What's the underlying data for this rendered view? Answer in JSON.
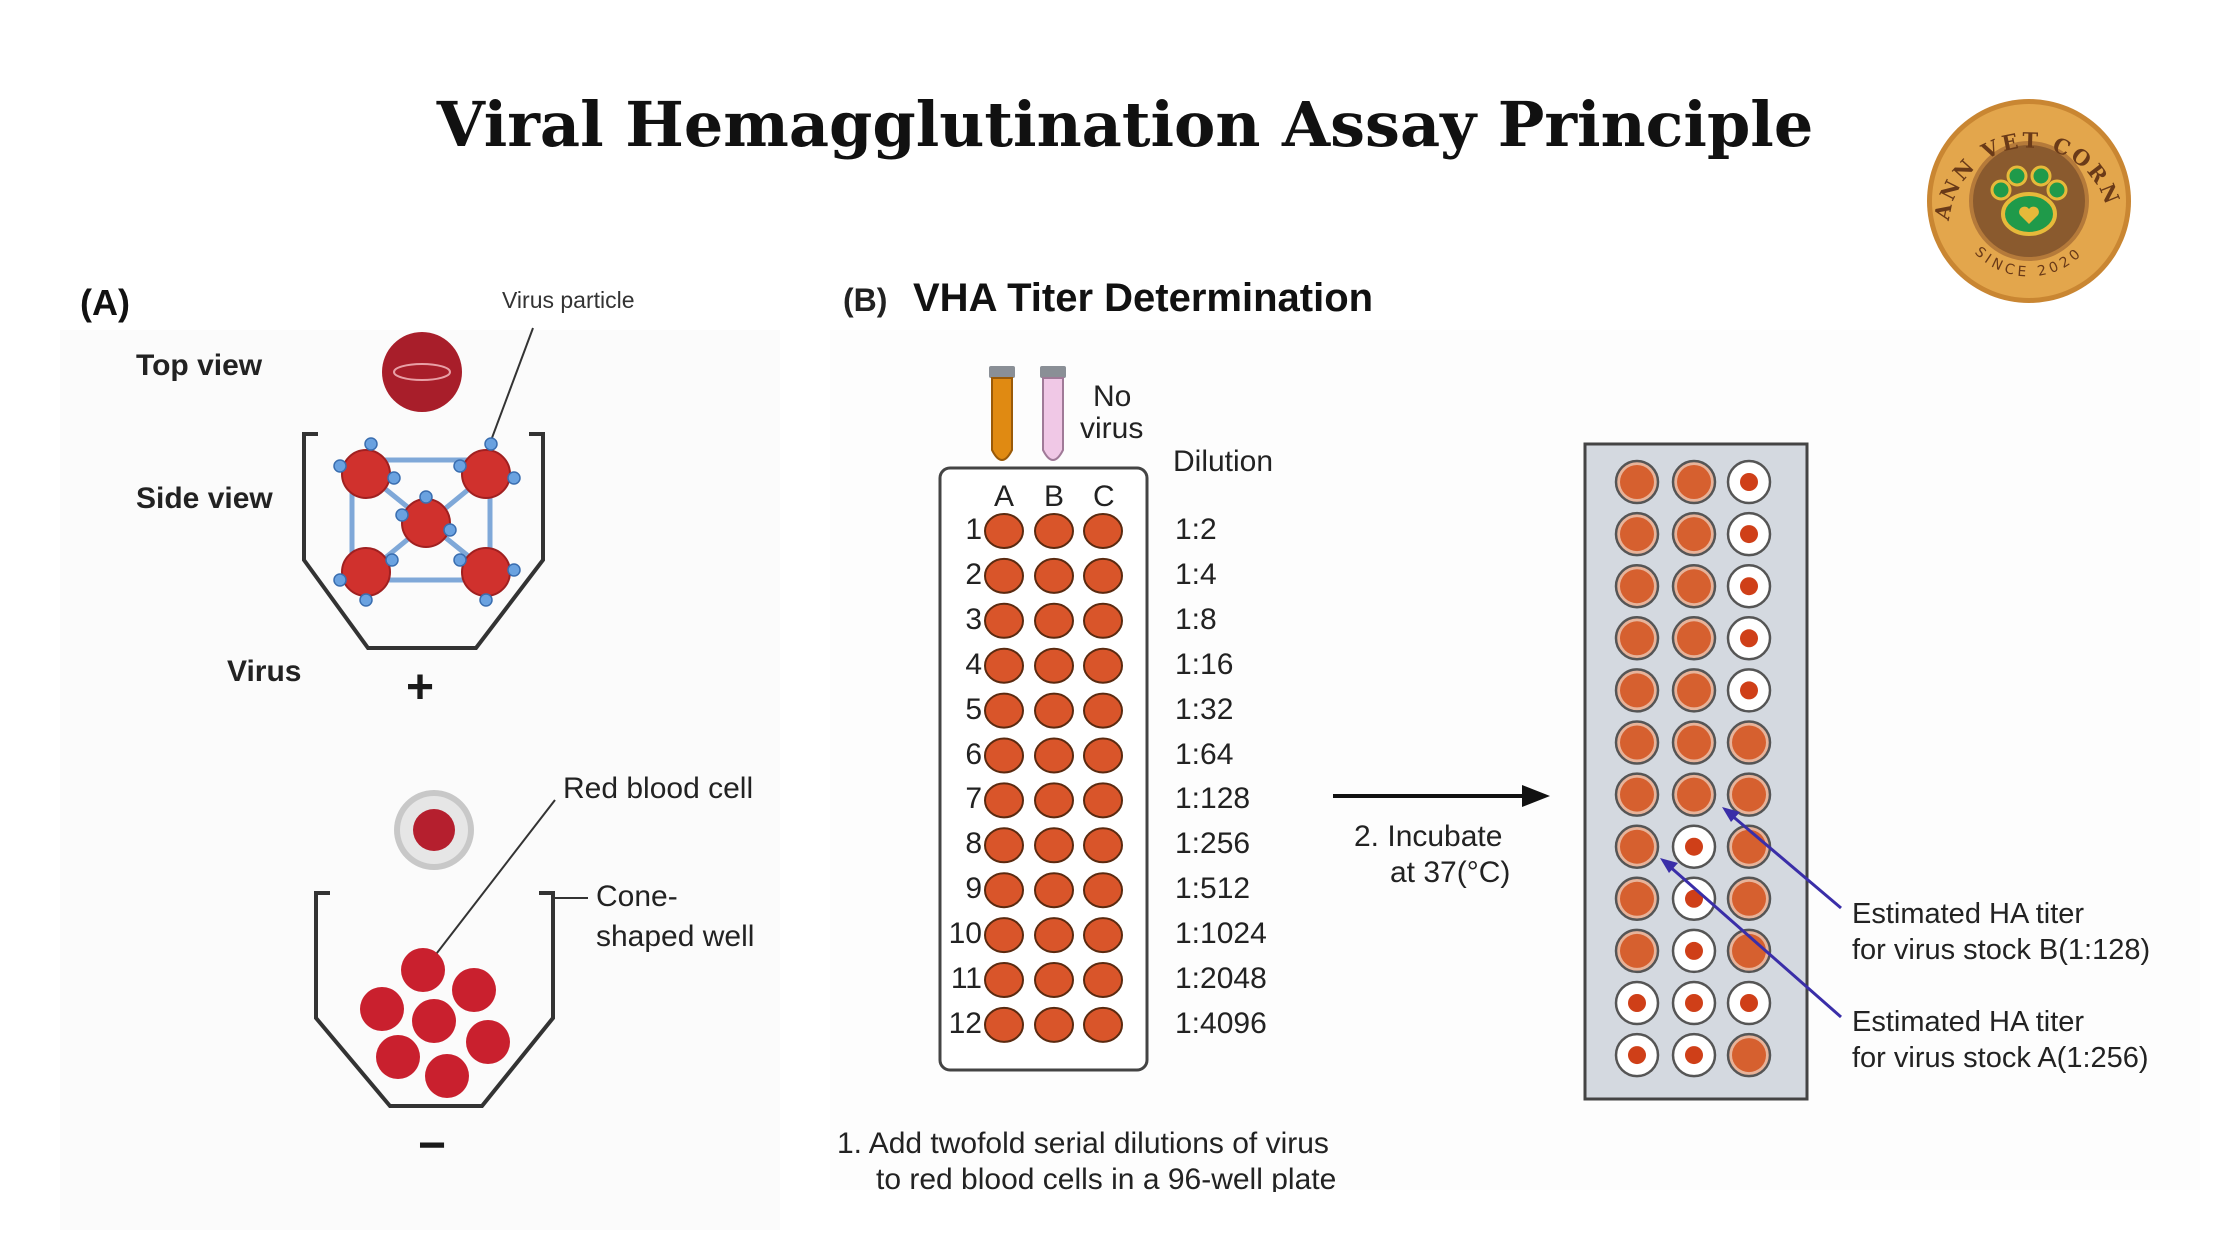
{
  "title": "Viral Hemagglutination Assay Principle",
  "logo": {
    "text_top": "MANN VET CORNER",
    "text_bottom": "SINCE 2020",
    "colors": {
      "wood": "#d9993f",
      "inner": "#8a5a2e",
      "paw": "#1f9a4a",
      "heart": "#e6b93a"
    }
  },
  "panel_a": {
    "label": "(A)",
    "virus_particle": "Virus particle",
    "top_view": "Top view",
    "side_view": "Side view",
    "virus": "Virus",
    "plus": "+",
    "red_blood_cell": "Red blood cell",
    "cone_line1": "Cone-",
    "cone_line2": "shaped well",
    "minus": "−"
  },
  "panel_b": {
    "label": "(B)",
    "heading": "VHA Titer Determination",
    "no_virus_line1": "No",
    "no_virus_line2": "virus",
    "dilution_header": "Dilution",
    "columns": [
      "A",
      "B",
      "C"
    ],
    "rows": [
      "1",
      "2",
      "3",
      "4",
      "5",
      "6",
      "7",
      "8",
      "9",
      "10",
      "11",
      "12"
    ],
    "dilutions": [
      "1:2",
      "1:4",
      "1:8",
      "1:16",
      "1:32",
      "1:64",
      "1:128",
      "1:256",
      "1:512",
      "1:1024",
      "1:2048",
      "1:4096"
    ],
    "incubate_line1": "2. Incubate",
    "incubate_line2": "at 37(°C)",
    "step1_line1": "1. Add twofold serial dilutions of virus",
    "step1_line2": "to red blood cells in a 96-well plate",
    "result_wells": [
      [
        "d",
        "d",
        "b"
      ],
      [
        "d",
        "d",
        "b"
      ],
      [
        "d",
        "d",
        "b"
      ],
      [
        "d",
        "d",
        "b"
      ],
      [
        "d",
        "d",
        "b"
      ],
      [
        "d",
        "d",
        "d"
      ],
      [
        "d",
        "d",
        "d"
      ],
      [
        "d",
        "b",
        "d"
      ],
      [
        "d",
        "b",
        "d"
      ],
      [
        "d",
        "b",
        "d"
      ],
      [
        "b",
        "b",
        "b"
      ],
      [
        "b",
        "b",
        "d"
      ]
    ],
    "annotation_b_line1": "Estimated HA titer",
    "annotation_b_line2": "for virus stock B(1:128)",
    "annotation_a_line1": "Estimated HA titer",
    "annotation_a_line2": "for virus stock A(1:256)",
    "colors": {
      "well": "#d9552a",
      "tube_a": "#e08a12",
      "tube_b": "#f0c8e6",
      "arrow_blue": "#3a2ea8"
    }
  }
}
